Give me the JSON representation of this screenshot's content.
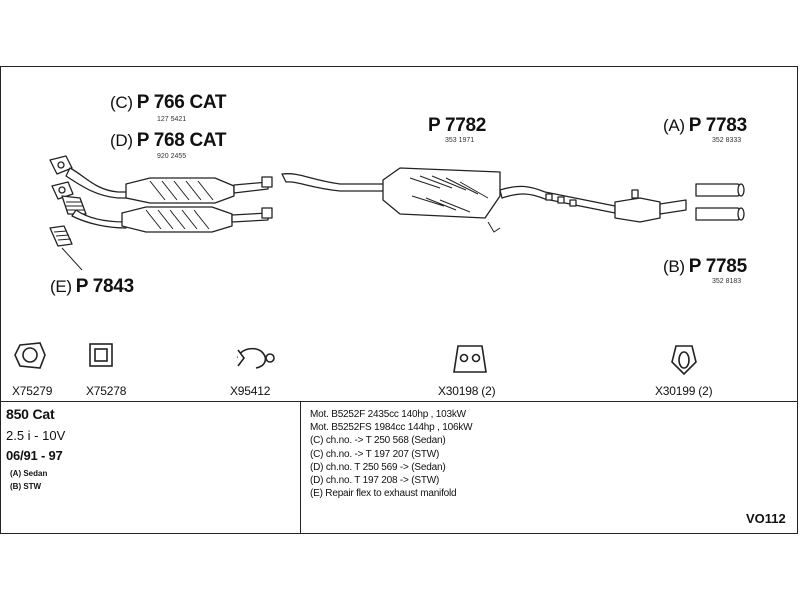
{
  "parts": {
    "C": {
      "prefix": "(C)",
      "code": "P 766 CAT",
      "oem": "127 5421"
    },
    "D": {
      "prefix": "(D)",
      "code": "P 768 CAT",
      "oem": "920 2455"
    },
    "mid": {
      "code": "P 7782",
      "oem": "353 1971"
    },
    "A": {
      "prefix": "(A)",
      "code": "P 7783",
      "oem": "352 8333"
    },
    "B": {
      "prefix": "(B)",
      "code": "P 7785",
      "oem": "352 8183"
    },
    "E": {
      "prefix": "(E)",
      "code": "P 7843"
    }
  },
  "accessories": [
    {
      "code": "X75279",
      "icon": "round-gasket-icon"
    },
    {
      "code": "X75278",
      "icon": "square-gasket-icon"
    },
    {
      "code": "X95412",
      "icon": "clamp-icon"
    },
    {
      "code": "X30198 (2)",
      "icon": "rubber-hanger-icon"
    },
    {
      "code": "X30199 (2)",
      "icon": "rubber-ring-hanger-icon"
    }
  ],
  "vehicle": {
    "model": "850 Cat",
    "engine": "2.5 i - 10V",
    "years": "06/91 - 97",
    "variants": [
      "(A) Sedan",
      "(B) STW"
    ]
  },
  "notes": [
    "Mot. B5252F 2435cc 140hp , 103kW",
    "Mot. B5252FS 1984cc 144hp , 106kW",
    "(C) ch.no. -> T 250 568 (Sedan)",
    "(C) ch.no. -> T 197 207 (STW)",
    "(D) ch.no. T 250 569 -> (Sedan)",
    "(D) ch.no. T 197 208 -> (STW)",
    "(E) Repair flex to exhaust manifold"
  ],
  "ref_code": "VO112"
}
